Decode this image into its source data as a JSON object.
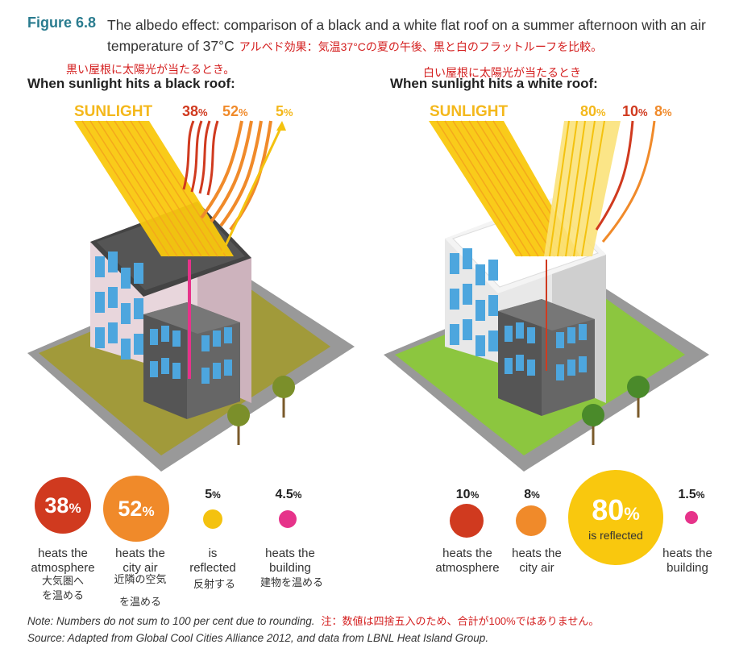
{
  "figure": {
    "label": "Figure 6.8",
    "caption": "The albedo effect: comparison of a black and a white flat roof on a summer afternoon with an air temperature of 37°C",
    "caption_jp": "アルベド効果：気温37°Cの夏の午後、黒と白のフラットルーフを比較。"
  },
  "black_roof": {
    "heading_jp": "黒い屋根に太陽光が当たるとき。",
    "heading": "When sunlight hits a black roof:",
    "sunlight_label": "SUNLIGHT",
    "arrows": [
      {
        "value": "38",
        "unit": "%",
        "color": "#d03a1f"
      },
      {
        "value": "52",
        "unit": "%",
        "color": "#f08a2a"
      },
      {
        "value": "5",
        "unit": "%",
        "color": "#f4b81c"
      }
    ],
    "stats": [
      {
        "value": "38",
        "unit": "%",
        "desc": "heats the\natmosphere",
        "desc_jp": "大気圏へ\nを温める",
        "color": "#d03a1f"
      },
      {
        "value": "52",
        "unit": "%",
        "desc": "heats the\ncity air",
        "desc_jp": "近隣の空気\n\nを温める",
        "color": "#f08a2a"
      },
      {
        "value": "5",
        "unit": "%",
        "desc": "is\nreflected",
        "desc_jp": "反射する",
        "color": "#f4c20f"
      },
      {
        "value": "4.5",
        "unit": "%",
        "desc": "heats the\nbuilding",
        "desc_jp": "建物を温める",
        "color": "#e6338a"
      }
    ]
  },
  "white_roof": {
    "heading_jp": "白い屋根に太陽光が当たるとき",
    "heading": "When sunlight hits a white roof:",
    "sunlight_label": "SUNLIGHT",
    "arrows": [
      {
        "value": "80",
        "unit": "%",
        "color": "#f4b81c"
      },
      {
        "value": "10",
        "unit": "%",
        "color": "#d03a1f"
      },
      {
        "value": "8",
        "unit": "%",
        "color": "#f08a2a"
      }
    ],
    "stats": [
      {
        "value": "10",
        "unit": "%",
        "desc": "heats the\natmosphere",
        "color": "#d03a1f"
      },
      {
        "value": "8",
        "unit": "%",
        "desc": "heats the\ncity air",
        "color": "#f08a2a"
      },
      {
        "value": "80",
        "unit": "%",
        "desc": "is reflected",
        "color": "#f9c80e"
      },
      {
        "value": "1.5",
        "unit": "%",
        "desc": "heats the\nbuilding",
        "color": "#e6338a"
      }
    ]
  },
  "note": "Note: Numbers do not sum to 100 per cent due to rounding.",
  "note_jp": "注：数値は四捨五入のため、合計が100%ではありません。",
  "source": "Source: Adapted from Global Cool Cities Alliance 2012, and data from LBNL Heat Island Group."
}
